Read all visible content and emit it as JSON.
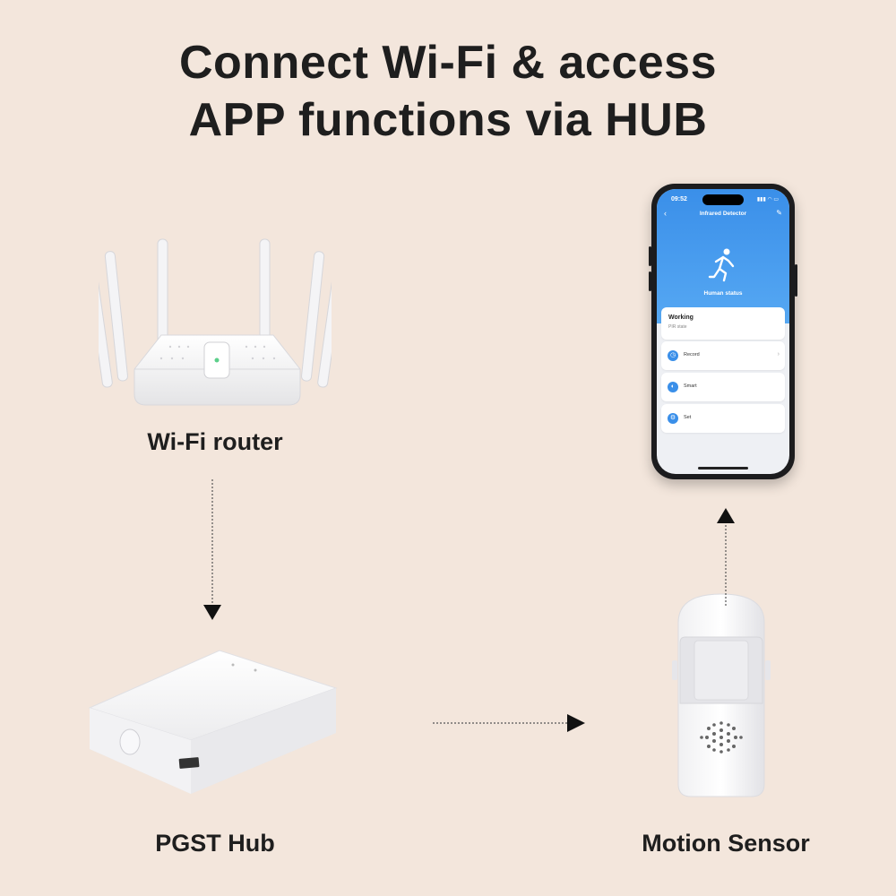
{
  "header": {
    "title_line1": "Connect Wi-Fi & access",
    "title_line2": "APP functions via HUB"
  },
  "devices": {
    "router_label": "Wi-Fi router",
    "hub_label": "PGST Hub",
    "sensor_label": "Motion Sensor"
  },
  "phone": {
    "status_time": "09:52",
    "status_icons": "▮▮▮ ◠ ▭",
    "app_title": "Infrared Detector",
    "status_caption": "Human status",
    "working_title": "Working",
    "working_sub": "PIR state",
    "rows": [
      {
        "label": "Record",
        "icon": "clock-icon"
      },
      {
        "label": "Smart",
        "icon": "toggle-icon"
      },
      {
        "label": "Set",
        "icon": "gear-icon"
      }
    ]
  },
  "colors": {
    "background": "#f3e6dc",
    "app_blue": "#3a8fe9",
    "text": "#1e1e1e"
  }
}
